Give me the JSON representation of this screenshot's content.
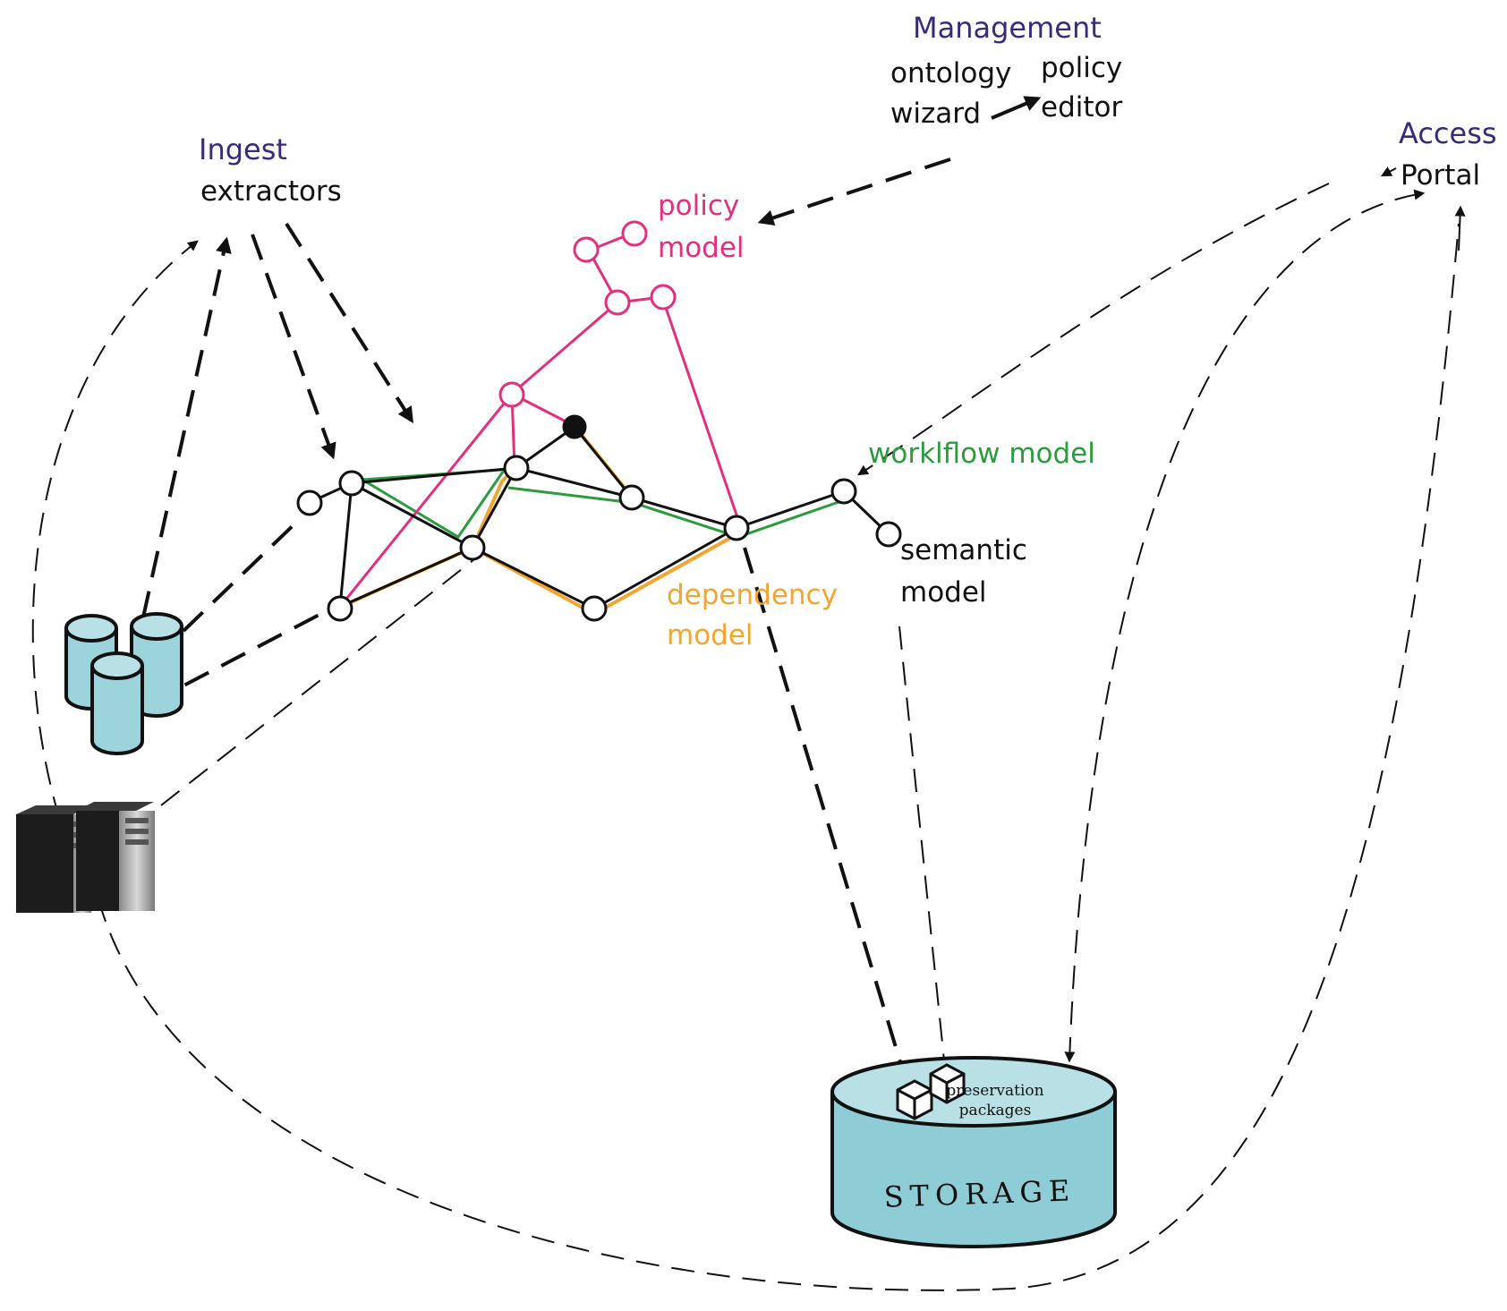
{
  "management": {
    "heading": "Management",
    "ontology_wizard": [
      "ontology",
      "wizard"
    ],
    "policy_editor": [
      "policy",
      "editor"
    ]
  },
  "ingest": {
    "heading": "Ingest",
    "extractors": "extractors"
  },
  "access": {
    "heading": "Access",
    "portal": "Portal"
  },
  "models": {
    "policy": [
      "policy",
      "model"
    ],
    "workflow": "worklflow model",
    "semantic": [
      "semantic",
      "model"
    ],
    "dependency": [
      "dependency",
      "model"
    ]
  },
  "storage": {
    "label": "STORAGE",
    "packages": [
      "preservation",
      "packages"
    ]
  },
  "colors": {
    "heading": "#3a2a78",
    "policy": "#e0307e",
    "workflow": "#2e9a3e",
    "dependency": "#f2a531",
    "storage_fill": "#8fcdd6",
    "storage_top": "#b9e0e5",
    "db_fill": "#9dd3db",
    "text": "#111111"
  }
}
